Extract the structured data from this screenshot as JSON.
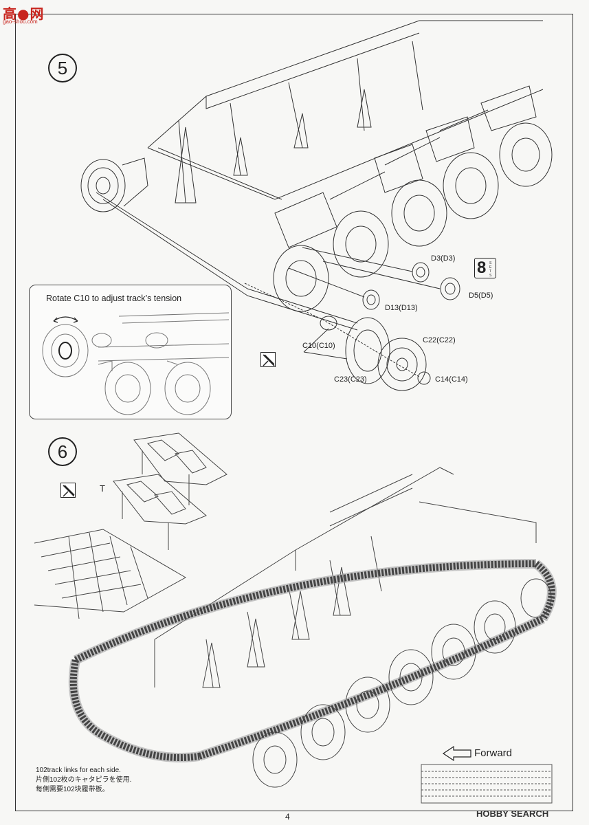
{
  "logo": {
    "main": "高●网",
    "sub": "gao-shou.com"
  },
  "page_number": "4",
  "watermark": "HOBBY SEARCH",
  "steps": [
    {
      "number": "5",
      "labels": [
        "D3(D3)",
        "D5(D5)",
        "D13(D13)",
        "C10(C10)",
        "C22(C22)",
        "C23(C23)",
        "C14(C14)"
      ],
      "quantity": "8",
      "quantity_note": "SETS",
      "inset_title": "Rotate C10 to adjust track’s tension"
    },
    {
      "number": "6",
      "part_label": "T",
      "forward_label": "Forward",
      "notes": [
        "102track links for each side.",
        "片側102枚のキャタピラを使用.",
        "每側需要102块履带板。"
      ]
    }
  ]
}
